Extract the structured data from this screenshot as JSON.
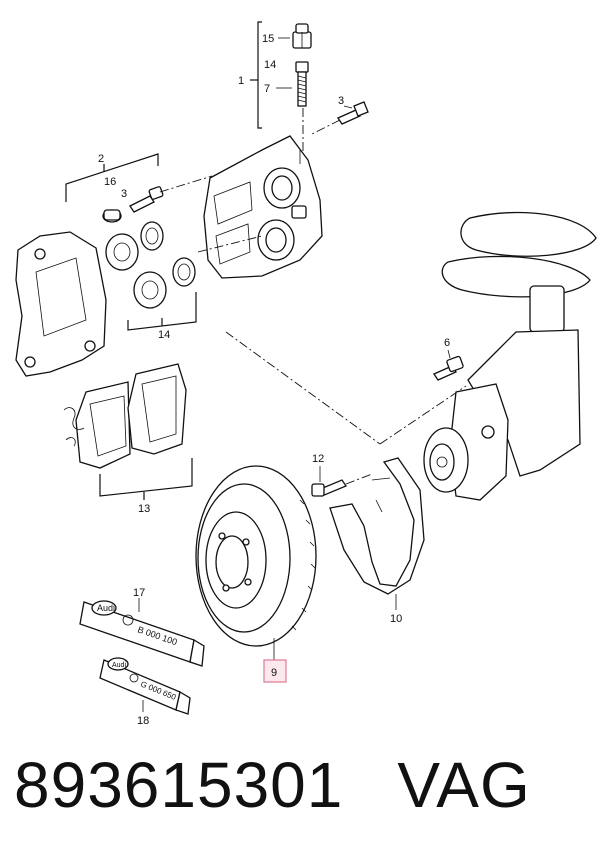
{
  "callouts": {
    "c1": "1",
    "c2": "2",
    "c3a": "3",
    "c3b": "3",
    "c6": "6",
    "c7": "7",
    "c9": "9",
    "c10": "10",
    "c12": "12",
    "c13": "13",
    "c14a": "14",
    "c14b": "14",
    "c15": "15",
    "c16": "16",
    "c17": "17",
    "c18": "18"
  },
  "tubes": {
    "t17": "B 000 100",
    "t18": "G 000 650",
    "brand": "Audi"
  },
  "footer": {
    "part_number": "893615301",
    "brand": "VAG"
  },
  "highlight_color": "#e07a96"
}
